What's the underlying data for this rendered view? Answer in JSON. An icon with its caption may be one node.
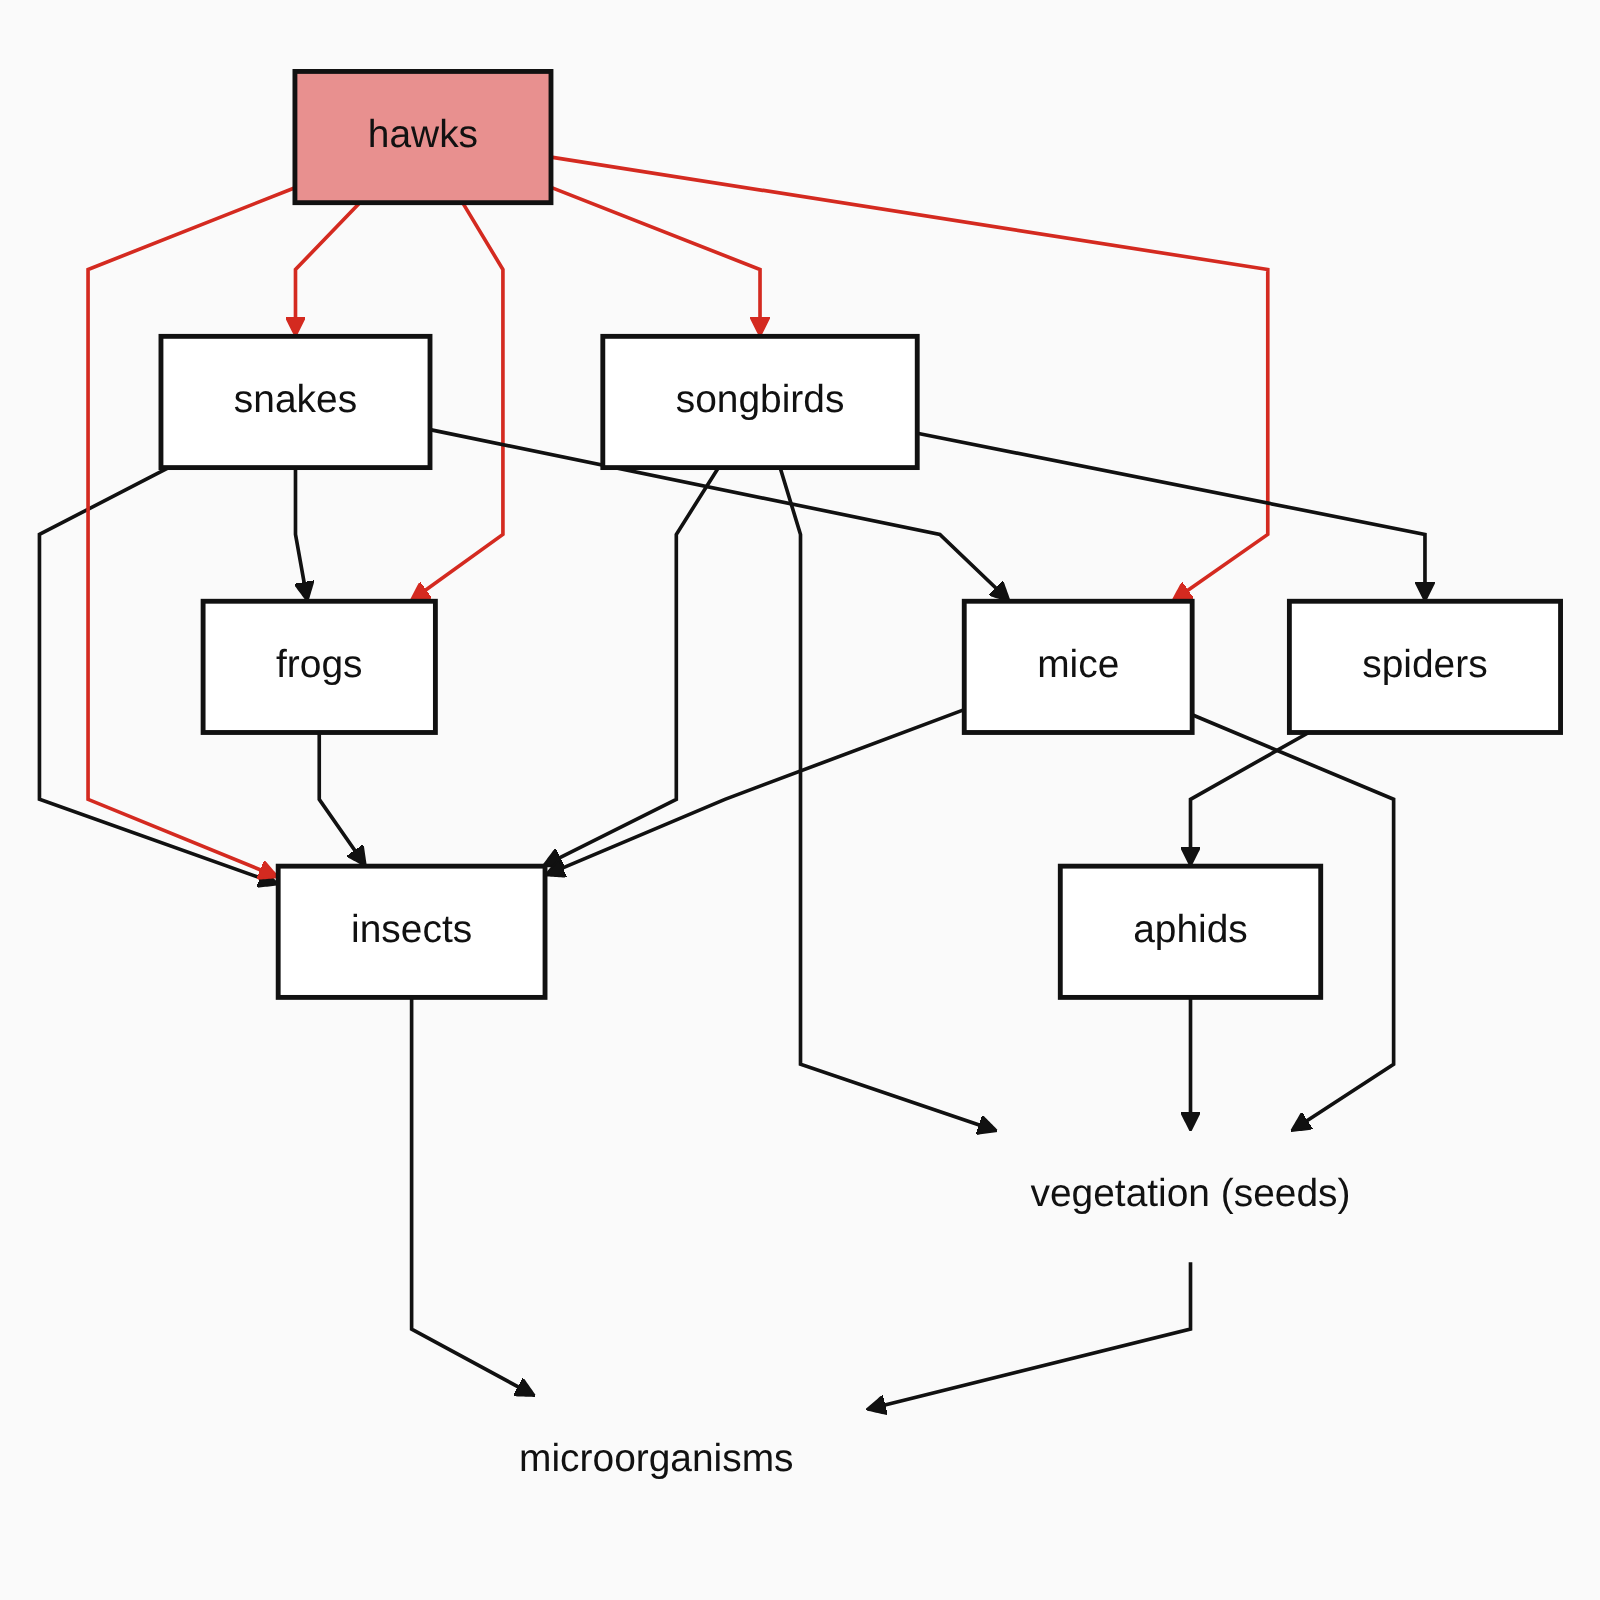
{
  "diagram": {
    "nodes": [
      {
        "text": [
          "snakes"
        ]
      },
      {
        "text": [
          "frogs"
        ]
      },
      {
        "text": [
          "hawks"
        ]
      },
      {
        "text": [
          "songbirds"
        ]
      },
      {
        "text": [
          "spiders"
        ]
      },
      {
        "text": [
          "aphids"
        ]
      },
      {
        "text": [
          "vegetation (seeds)"
        ]
      },
      {
        "text": [
          "insects"
        ]
      },
      {
        "text": [
          "mice"
        ]
      },
      {
        "text": [
          "microorganisms"
        ]
      }
    ],
    "edges": [
      {
        "from": 0,
        "to": 1,
        "arrow": "to"
      },
      {
        "from": 2,
        "to": 0,
        "arrow": "to",
        "color": "#d42a20"
      },
      {
        "from": 2,
        "to": 1,
        "arrow": "to",
        "color": "#d42a20"
      },
      {
        "from": 2,
        "to": 3,
        "arrow": "to",
        "color": "#d42a20"
      },
      {
        "from": 0,
        "to": 7,
        "arrow": "to"
      },
      {
        "from": 0,
        "to": 8,
        "arrow": "to"
      },
      {
        "from": 2,
        "to": 7,
        "arrow": "to",
        "color": "#d42a20"
      },
      {
        "from": 2,
        "to": 8,
        "arrow": "to",
        "color": "#d42a20"
      },
      {
        "from": 1,
        "to": 7,
        "arrow": "to"
      },
      {
        "from": 3,
        "to": 7,
        "arrow": "to"
      },
      {
        "from": 3,
        "to": 4,
        "arrow": "to"
      },
      {
        "from": 3,
        "to": 6,
        "arrow": "to"
      },
      {
        "from": 4,
        "to": 5,
        "arrow": "to"
      },
      {
        "from": 5,
        "to": 6,
        "arrow": "to"
      },
      {
        "from": 8,
        "to": 7,
        "arrow": "to"
      },
      {
        "from": 8,
        "to": 6,
        "arrow": "to"
      },
      {
        "from": 7,
        "to": 9,
        "arrow": "to"
      },
      {
        "from": 6,
        "to": 9,
        "arrow": "to"
      }
    ]
  }
}
